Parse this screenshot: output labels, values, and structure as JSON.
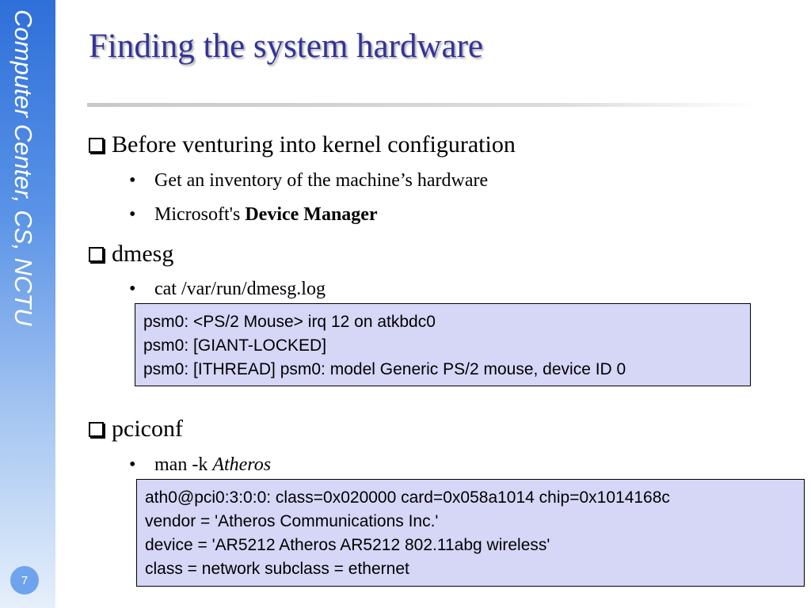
{
  "sidebar": {
    "text": "Computer Center, CS, NCTU"
  },
  "page_number": "7",
  "title": "Finding the system hardware",
  "sections": [
    {
      "heading": "Before venturing into kernel configuration",
      "bullets": [
        {
          "text": "Get an inventory of the machine’s hardware"
        },
        {
          "prefix": "Microsoft's ",
          "bold": "Device Manager"
        }
      ]
    },
    {
      "heading": "dmesg",
      "bullets": [
        {
          "text": "cat /var/run/dmesg.log"
        }
      ],
      "code": [
        "psm0: <PS/2 Mouse> irq 12 on atkbdc0",
        "psm0: [GIANT-LOCKED]",
        "psm0: [ITHREAD] psm0: model Generic PS/2 mouse, device ID 0"
      ]
    },
    {
      "heading": "pciconf",
      "bullets": [
        {
          "prefix": "man -k ",
          "italic": "Atheros"
        }
      ],
      "code": [
        "ath0@pci0:3:0:0: class=0x020000 card=0x058a1014 chip=0x1014168c",
        "vendor = 'Atheros Communications Inc.'",
        "device = 'AR5212 Atheros AR5212 802.11abg wireless'",
        "class = network subclass = ethernet"
      ]
    }
  ],
  "colors": {
    "title": "#333399",
    "code_bg": "#d6d6f7",
    "sidebar": "#2e6fd9"
  }
}
